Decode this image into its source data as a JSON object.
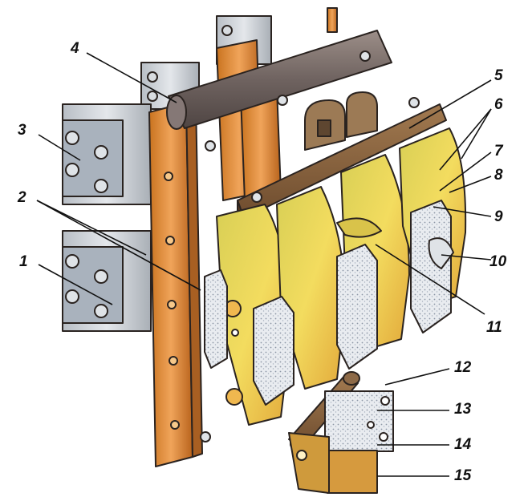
{
  "callouts": [
    "1",
    "2",
    "3",
    "4",
    "5",
    "6",
    "7",
    "8",
    "9",
    "10",
    "11",
    "12",
    "13",
    "14",
    "15"
  ],
  "colors": {
    "copper": "#d98a3a",
    "copper_dark": "#a85f22",
    "blade_yellow": "#e8c84a",
    "blade_green": "#c9c94a",
    "busbar_grey": "#9aa0a6",
    "contact_grey": "#c8ccd2",
    "rod_grey": "#7a7070",
    "ink": "#2a2320"
  }
}
